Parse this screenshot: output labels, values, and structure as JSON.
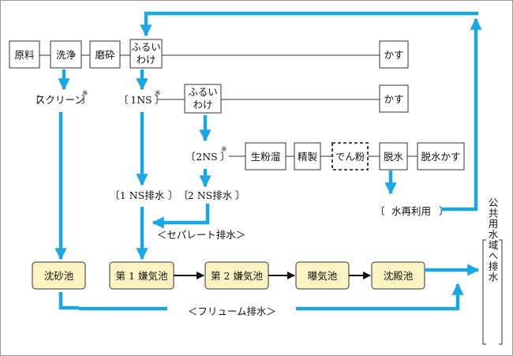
{
  "colors": {
    "arrow": "#1aa7e6",
    "pond_fill": "#fcf3c2",
    "line": "#333333",
    "frame": "#999999"
  },
  "nodes": {
    "raw": "原料",
    "wash": "洗浄",
    "grind": "磨砕",
    "sieve1_a": "ふるい",
    "sieve1_b": "わけ",
    "residue1": "かす",
    "screen": "スクリーン",
    "ns1": "1NS",
    "sieve2_a": "ふるい",
    "sieve2_b": "わけ",
    "residue2": "かす",
    "ns2": "2NS",
    "raw_starch": "生粉溜",
    "refine": "精製",
    "starch": "でん粉",
    "dehydrate": "脱水",
    "dehydrate_residue": "脱水かす",
    "ns1_drain": "1 NS排水",
    "ns2_drain": "2 NS排水",
    "water_reuse": "水再利用",
    "separate_drain": "＜セパレート排水＞",
    "sand_pond": "沈砂池",
    "anaerobic1": "第 1 嫌気池",
    "anaerobic2": "第 2 嫌気池",
    "aeration": "曝気池",
    "settling": "沈殿池",
    "flume_drain": "＜フリューム排水＞",
    "discharge": "公共用水域へ排水",
    "asterisk": "※"
  }
}
